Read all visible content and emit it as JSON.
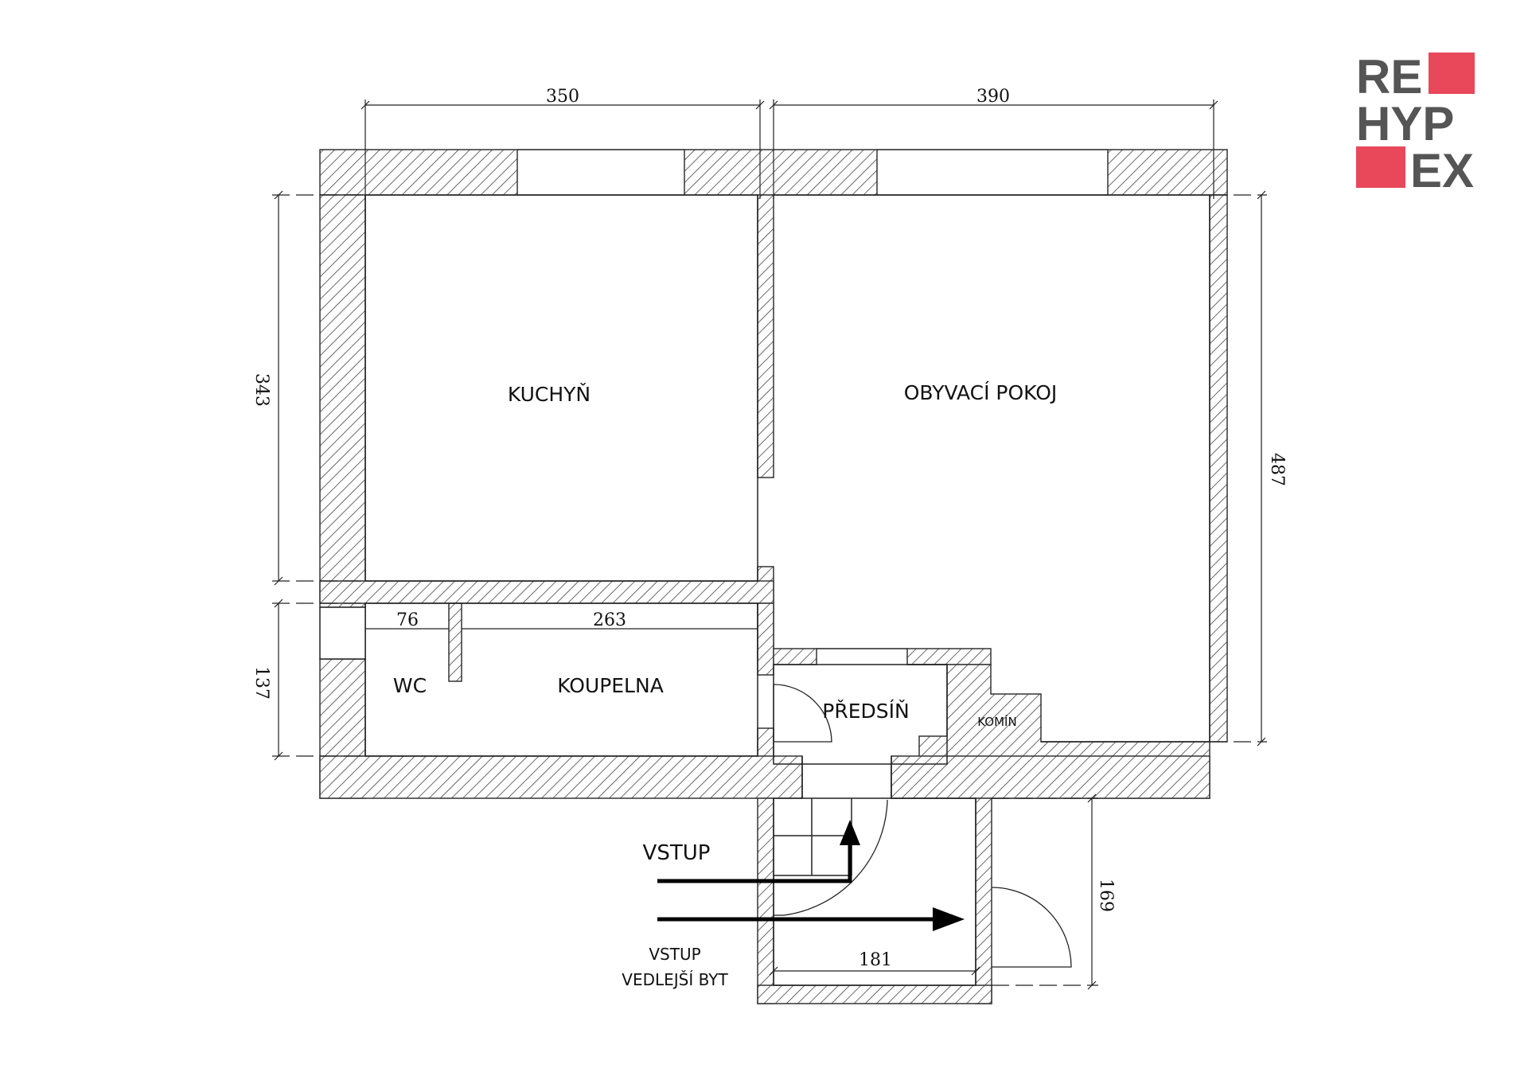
{
  "rooms": {
    "kitchen": "KUCHYŇ",
    "living": "OBYVACÍ POKOJ",
    "wc": "WC",
    "bathroom": "KOUPELNA",
    "hall": "PŘEDSÍŇ",
    "chimney": "KOMÍN"
  },
  "dimensions": {
    "kitchen_width": "350",
    "living_width": "390",
    "kitchen_depth": "343",
    "living_depth": "487",
    "wc_width": "76",
    "bathroom_width": "263",
    "bathroom_depth": "137",
    "vestibule_width": "181",
    "vestibule_depth": "169"
  },
  "entry": {
    "main": "VSTUP",
    "neighbor_line1": "VSTUP",
    "neighbor_line2": "VEDLEJŠÍ BYT"
  },
  "logo": {
    "line1": "RE",
    "line2": "HYP",
    "line3": "EX",
    "accent_color": "#e8485a",
    "text_color": "#555555"
  },
  "colors": {
    "wall_stroke": "#333333",
    "hatch": "#444444",
    "arrow": "#000000"
  }
}
